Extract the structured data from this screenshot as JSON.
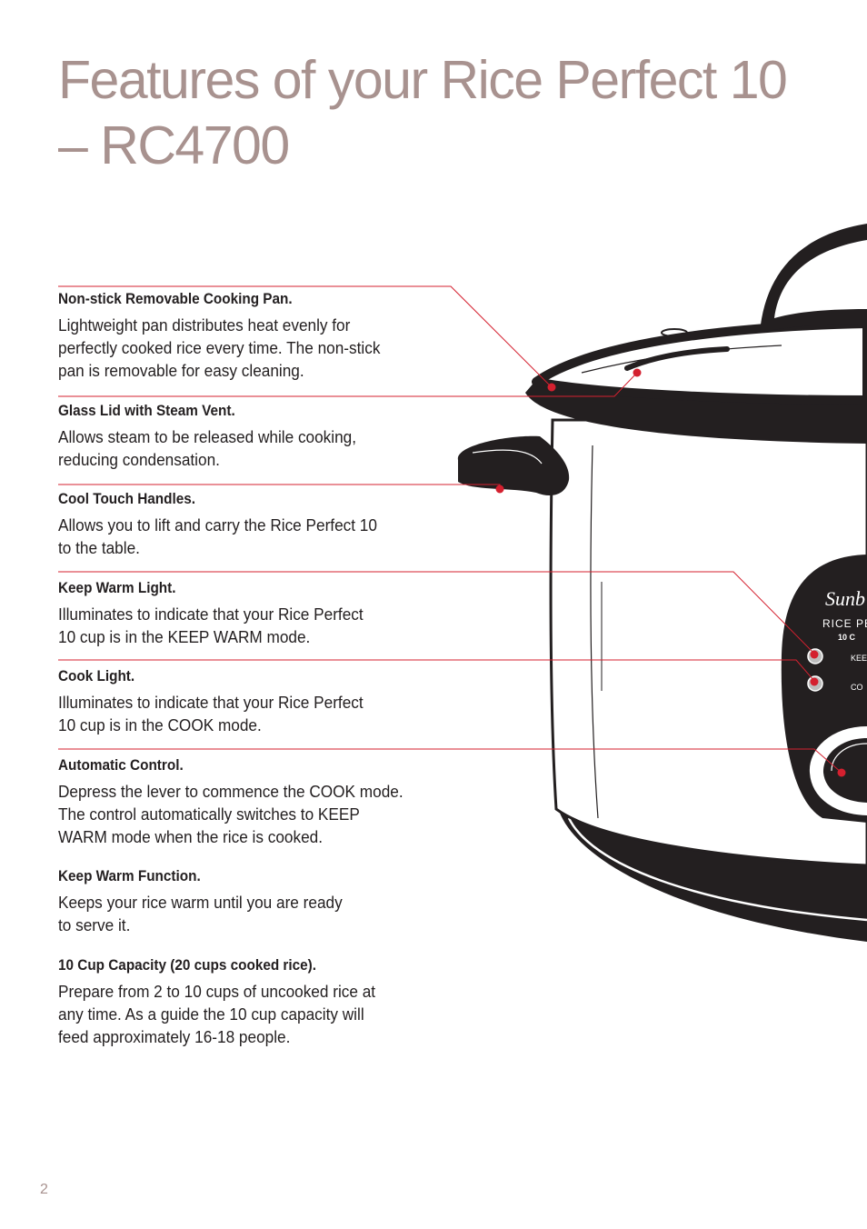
{
  "title": {
    "line1": "Features of your Rice Perfect 10",
    "line2": "– RC4700"
  },
  "features": [
    {
      "heading": "Non-stick Removable Cooking Pan.",
      "body": "Lightweight pan distributes heat evenly for\nperfectly cooked rice every time.  The non-stick\npan is removable for easy cleaning."
    },
    {
      "heading": "Glass Lid with Steam Vent.",
      "body": "Allows steam to be released while cooking,\nreducing condensation."
    },
    {
      "heading": "Cool Touch Handles.",
      "body": "Allows you to lift and carry the Rice Perfect 10\nto the table."
    },
    {
      "heading": "Keep Warm Light.",
      "body": "Illuminates to indicate that your Rice Perfect\n10 cup is in the KEEP WARM mode."
    },
    {
      "heading": "Cook Light.",
      "body": "Illuminates to indicate that your Rice Perfect\n10 cup is in the COOK mode."
    },
    {
      "heading": "Automatic Control.",
      "body": "Depress the lever to commence the COOK mode.\nThe control automatically switches to KEEP\nWARM mode when the rice is cooked."
    },
    {
      "heading": "Keep Warm Function.",
      "body": "Keeps your rice warm until you are ready\nto serve it."
    },
    {
      "heading": "10 Cup Capacity (20 cups cooked rice).",
      "body": "Prepare from 2 to 10 cups of uncooked rice at\nany time. As a guide the 10 cup capacity will\nfeed approximately 16-18 people."
    }
  ],
  "product_panel": {
    "brand": "Sunb",
    "line": "RICE PE",
    "capacity": "10 C",
    "keep_label": "KEE",
    "cook_label": "CO"
  },
  "colors": {
    "title": "#a8928f",
    "callout": "#d4202f",
    "body_text": "#231f20"
  },
  "page_number": "2"
}
